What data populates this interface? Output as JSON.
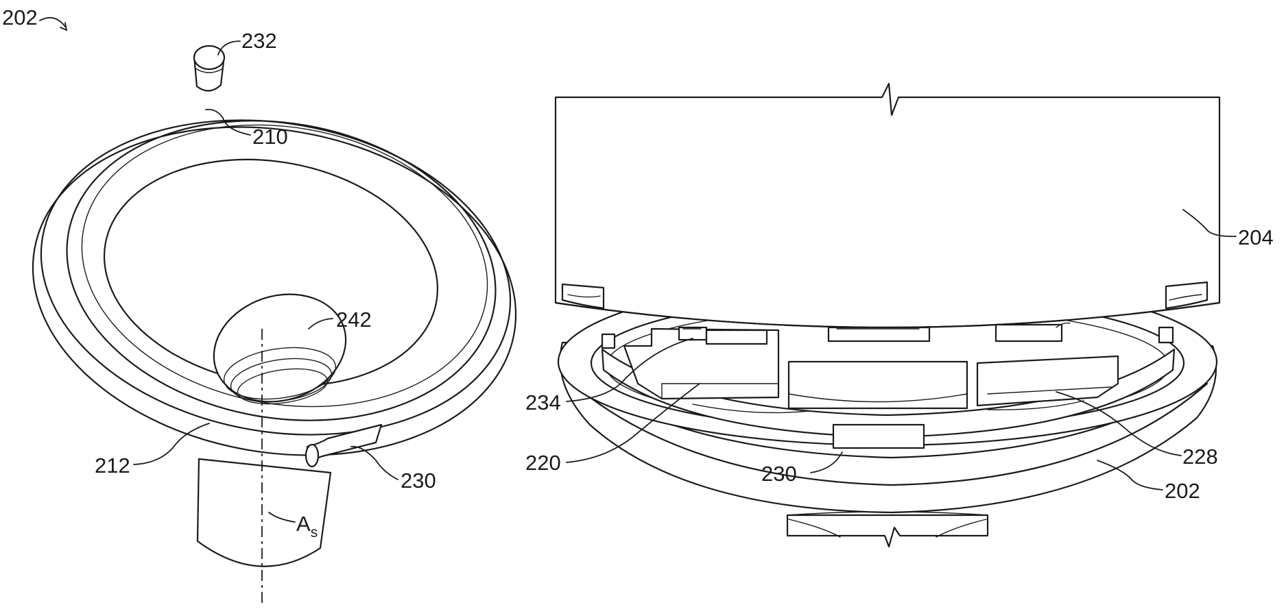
{
  "figure": {
    "ref_main": "202",
    "labels": {
      "l232": "232",
      "l210": "210",
      "l242": "242",
      "l212": "212",
      "l230a": "230",
      "axis_main": "A",
      "axis_sub": "s",
      "l204": "204",
      "l234": "234",
      "l220": "220",
      "l230b": "230",
      "l228": "228",
      "l202b": "202"
    }
  }
}
